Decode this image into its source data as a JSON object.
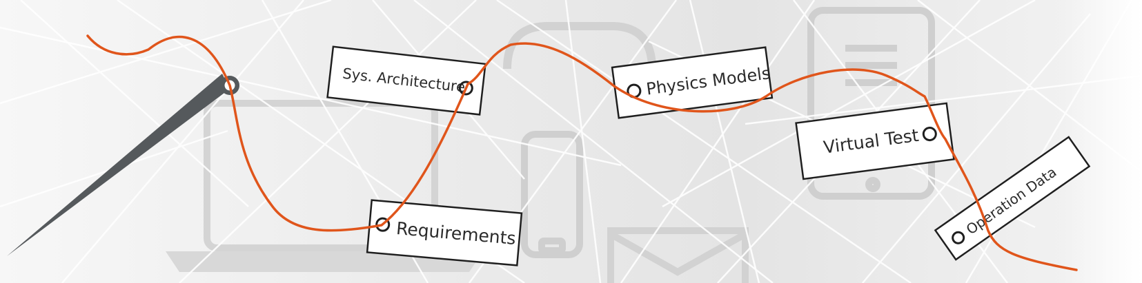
{
  "colors": {
    "thread": "#e0551b",
    "needle": "#55595c",
    "tag_fill": "#ffffff",
    "tag_border": "#1f1f1f",
    "background": "#e9e9e9",
    "background_lines": "#ffffff"
  },
  "icons": [
    "needle-icon",
    "laptop-icon",
    "tablet-icon",
    "phone-icon",
    "mail-icon",
    "clipboard-icon"
  ],
  "tags": [
    {
      "id": "sys-architecture",
      "label": "Sys. Architecture"
    },
    {
      "id": "requirements",
      "label": "Requirements"
    },
    {
      "id": "physics-models",
      "label": "Physics Models"
    },
    {
      "id": "virtual-test",
      "label": "Virtual Test"
    },
    {
      "id": "operation-data",
      "label": "Operation Data"
    }
  ]
}
